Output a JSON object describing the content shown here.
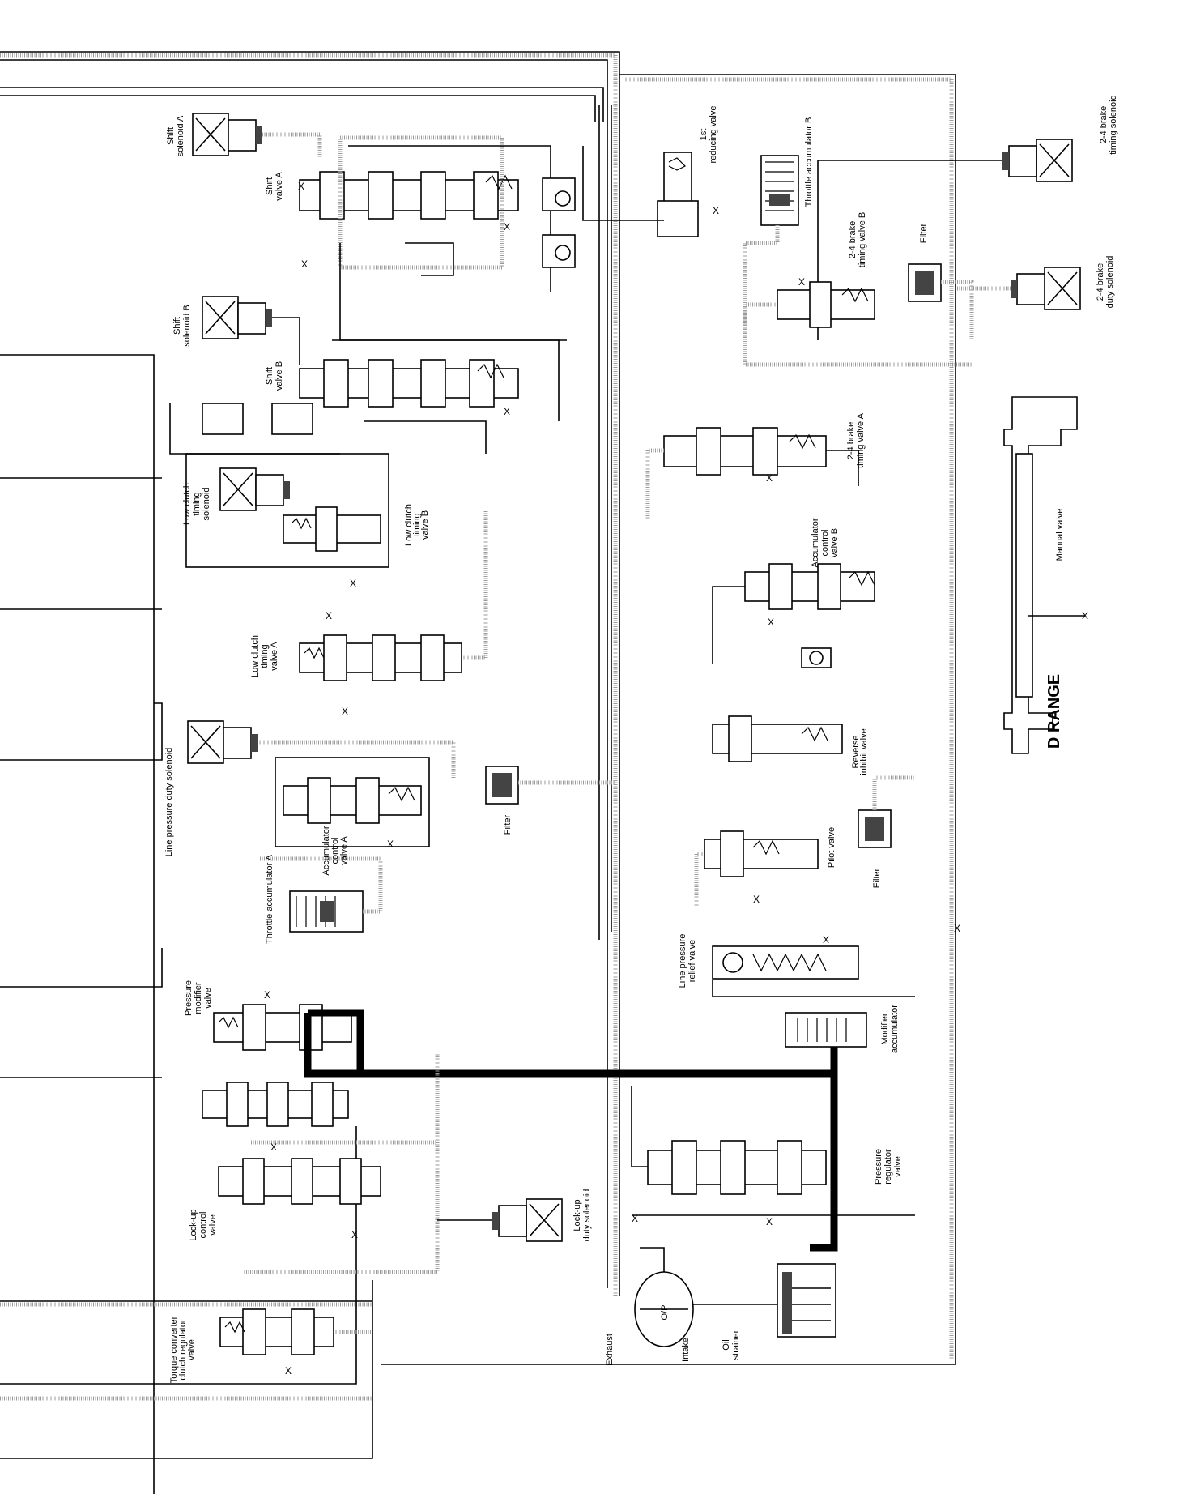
{
  "diagram": {
    "title": "",
    "range_label": "D RANGE",
    "labels": {
      "shift_solenoid_a": [
        "Shift",
        "solenoid A"
      ],
      "shift_valve_a": [
        "Shift",
        "valve A"
      ],
      "shift_solenoid_b": [
        "Shift",
        "solenoid B"
      ],
      "shift_valve_b": [
        "Shift",
        "valve B"
      ],
      "first_reducing_valve": [
        "1st",
        "reducing valve"
      ],
      "throttle_accumulator_b": [
        "Throttle accumulator B"
      ],
      "brake_timing_solenoid": [
        "2-4 brake",
        "timing solenoid"
      ],
      "brake_timing_valve_b": [
        "2-4 brake",
        "timing valve B"
      ],
      "filter_top": [
        "Filter"
      ],
      "brake_duty_solenoid": [
        "2-4 brake",
        "duty solenoid"
      ],
      "low_clutch_timing_solenoid": [
        "Low clutch",
        "timing",
        "solenoid"
      ],
      "low_clutch_timing_valve_b": [
        "Low clutch",
        "timing",
        "valve B"
      ],
      "brake_timing_valve_a": [
        "2-4 brake",
        "timing valve A"
      ],
      "accumulator_control_valve_b": [
        "Accumulator",
        "control",
        "valve B"
      ],
      "manual_valve": [
        "Manual valve"
      ],
      "low_clutch_timing_valve_a": [
        "Low clutch",
        "timing",
        "valve A"
      ],
      "reverse_inhibit_valve": [
        "Reverse",
        "inhibit valve"
      ],
      "line_pressure_duty_solenoid": [
        "Line pressure duty solenoid"
      ],
      "accumulator_control_valve_a": [
        "Accumulator",
        "control",
        "valve A"
      ],
      "filter_mid": [
        "Filter"
      ],
      "pilot_valve": [
        "Pilot valve"
      ],
      "filter_pilot": [
        "Filter"
      ],
      "throttle_accumulator_a": [
        "Throttle accumulator A"
      ],
      "line_pressure_relief_valve": [
        "Line pressure",
        "relief valve"
      ],
      "pressure_modifier_valve": [
        "Pressure",
        "modifier",
        "valve"
      ],
      "modifier_accumulator": [
        "Modifier",
        "accumulator"
      ],
      "lock_up_control_valve": [
        "Lock-up",
        "control",
        "valve"
      ],
      "lock_up_duty_solenoid": [
        "Lock-up",
        "duty solenoid"
      ],
      "pressure_regulator_valve": [
        "Pressure",
        "regulator",
        "valve"
      ],
      "torque_converter_clutch_regulator_valve": [
        "Torque converter",
        "clutch regulator",
        "valve"
      ],
      "exhaust": [
        "Exhaust"
      ],
      "oil_pump": [
        "O/P"
      ],
      "intake": [
        "Intake"
      ],
      "oil_strainer": [
        "Oil",
        "strainer"
      ]
    },
    "exhaust_mark": "X",
    "legend_colors": {
      "line": "#000000",
      "dotted_pressure": "#9a9a9a",
      "heavy_line": "#000000"
    }
  }
}
